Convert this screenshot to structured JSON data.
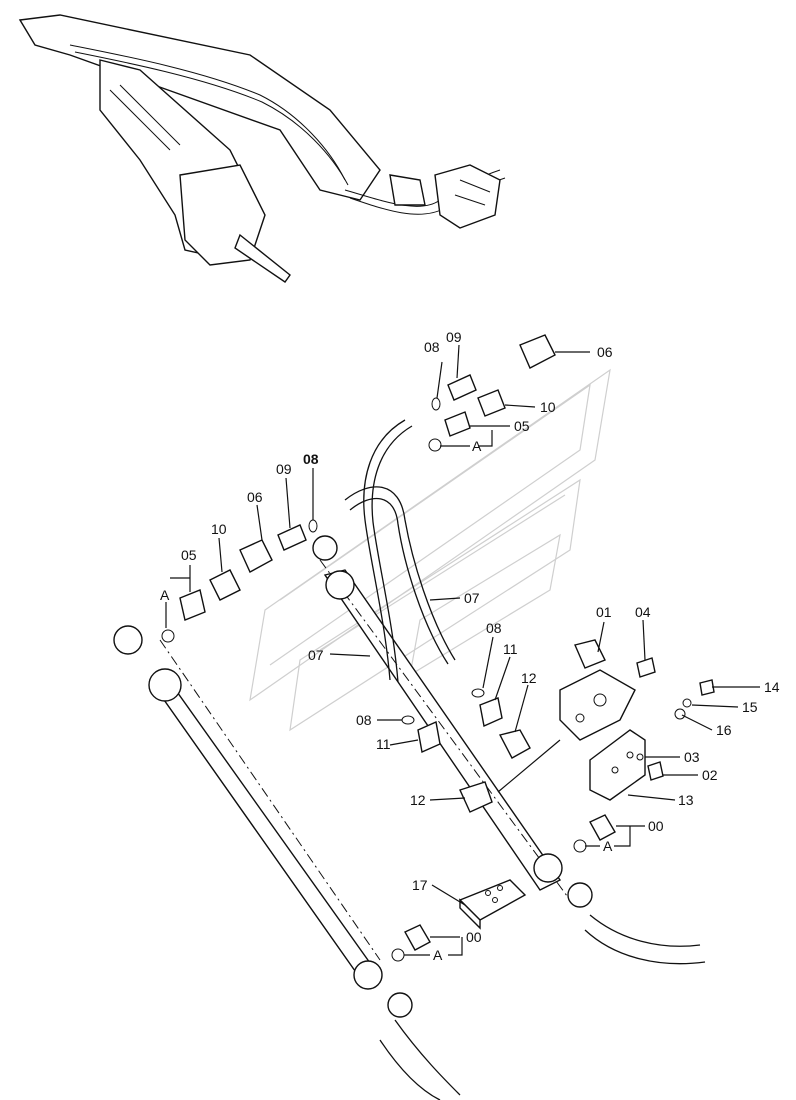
{
  "callouts": {
    "c01": "01",
    "c02": "02",
    "c03": "03",
    "c04": "04",
    "c05a": "05",
    "c05b": "05",
    "c06a": "06",
    "c06b": "06",
    "c07a": "07",
    "c07b": "07",
    "c08a": "08",
    "c08b": "08",
    "c08c": "08",
    "c08d": "08",
    "c09a": "09",
    "c09b": "09",
    "c10a": "10",
    "c10b": "10",
    "c11a": "11",
    "c11b": "11",
    "c12a": "12",
    "c12b": "12",
    "c13": "13",
    "c14": "14",
    "c15": "15",
    "c16": "16",
    "c17": "17",
    "c00a": "00",
    "c00b": "00",
    "a1": "A",
    "a2": "A",
    "a3": "A",
    "a4": "A"
  }
}
